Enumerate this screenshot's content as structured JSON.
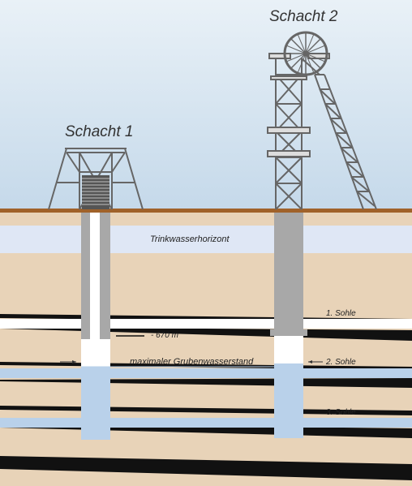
{
  "shaft1": {
    "title": "Schacht 1"
  },
  "shaft2": {
    "title": "Schacht 2"
  },
  "aquifer": {
    "label": "Trinkwasserhorizont"
  },
  "depth_marker": {
    "label": "- 670 m"
  },
  "water_level": {
    "label": "maximaler Grubenwasserstand"
  },
  "levels": {
    "sohle1": "1. Sohle",
    "sohle2": "2. Sohle",
    "sohle3": "3. Sohle"
  },
  "colors": {
    "sky": "#cfe0ee",
    "ground": "#e8d3b8",
    "ground_line": "#a0622a",
    "aquifer": "#dfe7f5",
    "water": "#b9d1ea",
    "seam": "#111111",
    "shaft": "#a8a8a8",
    "frame": "#666666"
  }
}
